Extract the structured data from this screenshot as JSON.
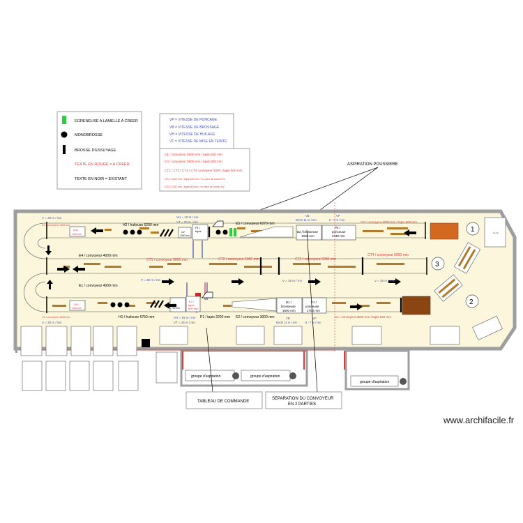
{
  "legend": {
    "items": [
      {
        "label": "EGRENEUSE A LAMELLE A CREER",
        "color": "#000000"
      },
      {
        "label": "MONOBROSSE",
        "color": "#000000"
      },
      {
        "label": "BROSSE D'ESSUYAGE",
        "color": "#000000"
      },
      {
        "label": "TEXTE EN ROUGE = A CREER",
        "color": "#e53935"
      },
      {
        "label": "TEXTE EN NOIR = EXISTANT",
        "color": "#000000"
      }
    ],
    "green": "#2ecc40"
  },
  "speeds": {
    "lines": [
      "VP = VITESSE DE PONCAGE",
      "VB = VITESSE DE BROSSAGE",
      "VH = VITESSE DE HUILAGE",
      "VT = VITESSE DE MISE EN TEINTE"
    ],
    "color": "#3f51b5"
  },
  "specs": {
    "lines": [
      "C1 / convoyeur 5000 mm / tapis 600 mm",
      "C4 / convoyeur 5000 mm / tapis 600 mm",
      "CT1 / CT2 / CT3 / CT4 convoyeur 5000 / tapis 600 mm",
      "UV1 / 1000 mm / tapis 400 mm / en plexi de tunnel UV",
      "UV2 / 1200 mm / tapis 600mm / en plexi de tunnel UV"
    ],
    "color": "#e53935"
  },
  "callouts": {
    "aspiration": "ASPIRATION POUSSIERE",
    "tableau": "TABLEAU DE COMMANDE",
    "separation_1": "SEPARATION DU CONVOYEUR",
    "separation_2": "EN 2 PARTIES"
  },
  "watermark": "www.archifacile.fr",
  "floor_labels": {
    "top_left_speed": "V = 30 m / mn",
    "c3_top": "C3 / convoyeur 1400 mm",
    "uv2_top": "UV2",
    "uv2_top_size": "1200 mm",
    "h2": "H2 / huileuse 6200 mm",
    "vh_top": "VH = 10 m / mn",
    "vt_top": "VT = 20 m / mn",
    "uv_mid_top": "UV",
    "uv_mid_top_size": "1000 mm",
    "p1_top": "P1 / ",
    "p1_top_2": "tapis",
    "e5": "E5 / convoyeur 6070 mm",
    "vb_top": "VB",
    "vb_top_val": "MAXI 11 m / mn",
    "vp_top": "VP",
    "vp_top_val": "6 - 7 m / mn",
    "b2": "B2 / brosseuse",
    "b2_size": "1600 mm",
    "p2": "P2 /",
    "p2_name": "ponceuse",
    "p2_size": "2340 mm",
    "c4_label": "C4 / convoyeur 5000 mm / tapis 600 mm",
    "e4": "E4 / convoyeur 4000 mm",
    "ct1": "CT1 / convoyeur 5000 mm",
    "ct2": "CT2 / convoyeur 5000 mm",
    "ct3": "CT3 / convoyeur 5000 mm",
    "ct4": "CT4 / convoyeur 5000 mm",
    "e1": "E1 / convoyeur 4000 mm",
    "v_mid_left": "V = 30 m / mn",
    "v_mid_center": "V = 30 m / mn",
    "v_mid_right": "V = 30 m / mn",
    "c3_bottom": "C3 / convoyeur 1600 mm",
    "uv1_bottom": "UV1",
    "uv1_bottom_size": "1000 mm",
    "h1": "H1 / huileuse 6750 mm",
    "uv_mid_bottom": "UV",
    "uv_mid_bottom_size": "700 mm",
    "e2_tapis": "E2 /",
    "e2_tapis_2": "tapis",
    "e2_tapis_3": "600 mm",
    "p1_bottom_tapis": "P1 / tapis 2200 mm",
    "e2_conv": "E2 / convoyeur 3000 mm",
    "b1": "B1 /",
    "b1_name": "brosseuse",
    "b1_size": "1600 mm",
    "p1": "P1 /",
    "p1_name": "ponceuse",
    "p1_size": "1700 mm",
    "vh_bottom": "VH = 15 m / mn",
    "vt_bottom": "VT = 25 m / mn",
    "vb_bottom": "VB",
    "vb_bottom_val": "MAXI 11 m / mn",
    "vp_bottom": "VP",
    "vp_bottom_val": "6 - 7 m / mn",
    "c1_label": "C1 / convoyeur 5000 mm / tapis 600 mm",
    "v_bottom_left": "V = 30 m / mn",
    "num_1": "1",
    "num_2": "2",
    "num_3": "3",
    "aspiration_unit": "groupe d'aspiration",
    "bench": "comptoir"
  }
}
